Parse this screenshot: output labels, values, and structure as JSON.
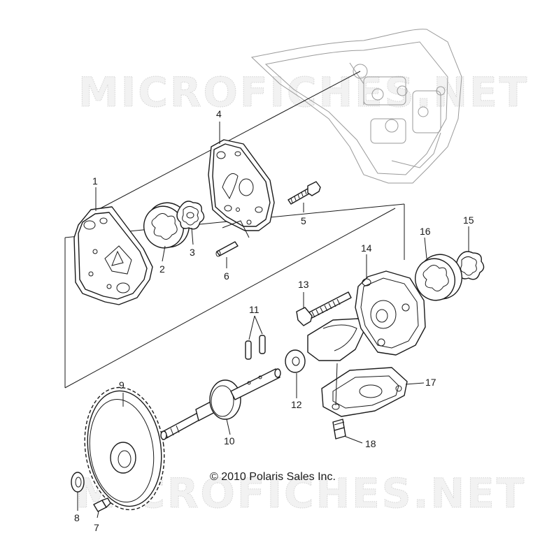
{
  "watermark": {
    "text": "MICROFICHES.NET"
  },
  "copyright": {
    "text": "© 2010 Polaris Sales Inc."
  },
  "callouts": [
    "1",
    "2",
    "3",
    "4",
    "5",
    "6",
    "7",
    "8",
    "9",
    "10",
    "11",
    "12",
    "13",
    "14",
    "15",
    "16",
    "17",
    "18"
  ]
}
